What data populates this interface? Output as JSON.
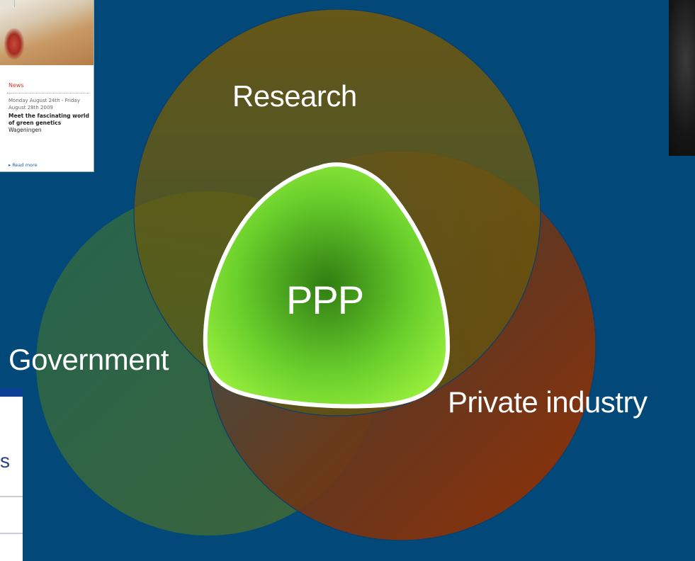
{
  "diagram": {
    "circles": {
      "research": {
        "label": "Research",
        "fill": "#7d5a00"
      },
      "government": {
        "label": "Government",
        "fill": "#356a32"
      },
      "private_industry": {
        "label": "Private industry",
        "fill": "#8a3208"
      }
    },
    "center": {
      "label": "PPP",
      "fill_light": "#9cf13e",
      "fill_dark": "#2f7d12",
      "stroke": "#ffffff"
    }
  },
  "background_color": "#02497a",
  "news_thumbnail": {
    "section_label": "News",
    "date_text": "Monday August 24th - Friday August 28th 2009",
    "headline": "Meet the fascinating world of green genetics",
    "source": "Wageningen",
    "read_more": "▸ Read more"
  },
  "web_panel": {
    "visible_text": "s"
  }
}
